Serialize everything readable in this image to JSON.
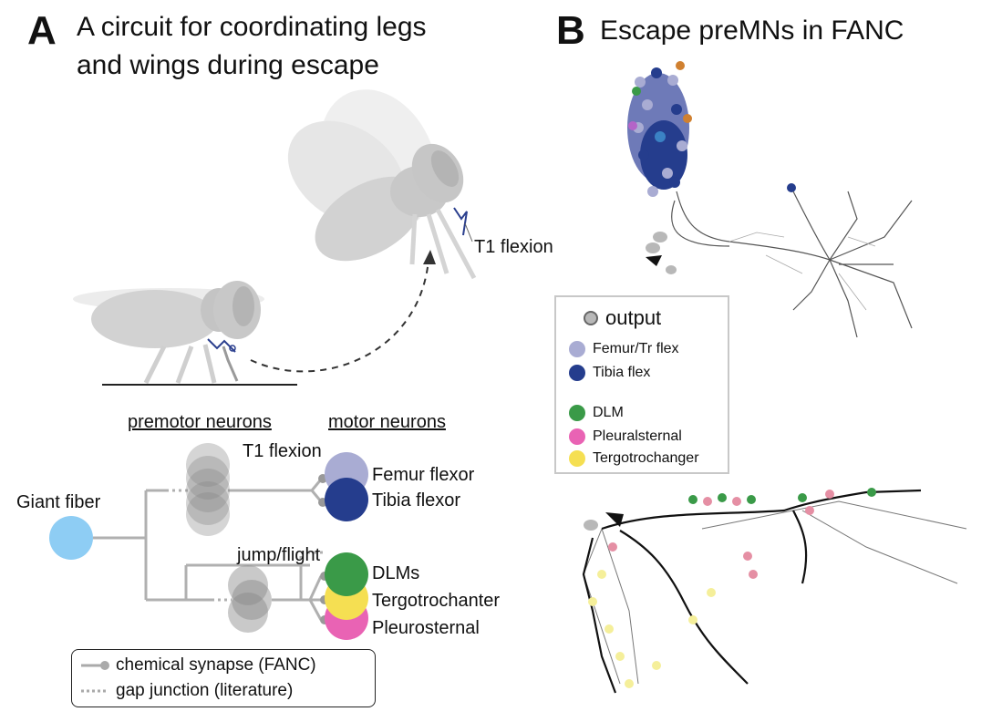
{
  "panel_a": {
    "letter": "A",
    "title_line1": "A circuit for coordinating legs",
    "title_line2": "and wings during escape",
    "fly_label": "T1 flexion",
    "header_premotor": "premotor neurons",
    "header_motor": "motor neurons",
    "giant_fiber": "Giant fiber",
    "t1_flexion": "T1 flexion",
    "jump_flight": "jump/flight",
    "motor_neurons": [
      "Femur flexor",
      "Tibia flexor",
      "DLMs",
      "Tergotrochanter",
      "Pleurosternal"
    ],
    "key": {
      "chemical": "chemical synapse (FANC)",
      "gap": "gap junction (literature)"
    }
  },
  "panel_b": {
    "letter": "B",
    "title": "Escape preMNs in FANC",
    "legend": {
      "output": "output",
      "items": [
        "Femur/Tr flex",
        "Tibia flex",
        "DLM",
        "Pleuralsternal",
        "Tergotrochanger"
      ]
    }
  },
  "colors": {
    "giant_fiber": "#8ecdf4",
    "femur": "#a9acd3",
    "tibia": "#253d8d",
    "dlm": "#3a9a48",
    "tergotrochanter": "#f5df52",
    "pleurosternal": "#e963b4",
    "premotor": "#888888",
    "wire": "#b0b0b0"
  }
}
